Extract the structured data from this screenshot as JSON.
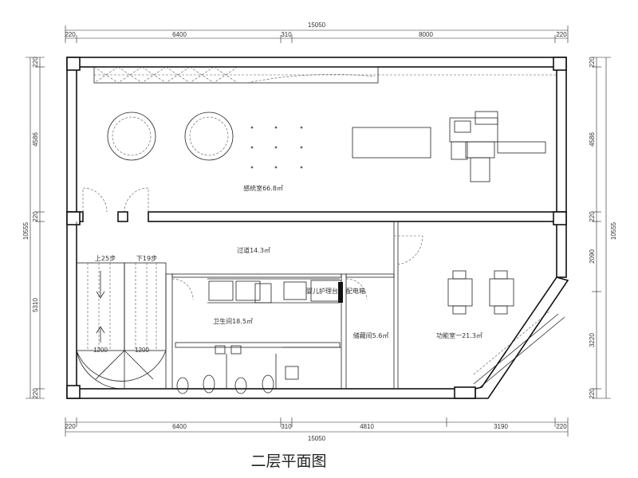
{
  "caption": "二层平面图",
  "dimensions": {
    "top_total": "15050",
    "top_segments": [
      "220",
      "6400",
      "310",
      "8000",
      "220"
    ],
    "bottom_total": "15050",
    "bottom_segments": [
      "220",
      "6400",
      "310",
      "4810",
      "3190",
      "220"
    ],
    "left_total": "10555",
    "left_segments": [
      "220",
      "4586",
      "220",
      "5310",
      "220"
    ],
    "right_total": "10555",
    "right_segments": [
      "220",
      "4586",
      "220",
      "2090",
      "3220",
      "220"
    ]
  },
  "rooms": {
    "sensory": "感统室66.8㎡",
    "corridor": "过道14.3㎡",
    "bathroom": "卫生间18.5㎡",
    "storage": "储藏间5.6㎡",
    "function": "功能室一21.3㎡",
    "baby_care": "婴儿护理台",
    "electrical_box": "配电箱",
    "stair_up": "上25步",
    "stair_down": "下19步",
    "stair_width_left": "1200",
    "stair_width_right": "1200"
  }
}
